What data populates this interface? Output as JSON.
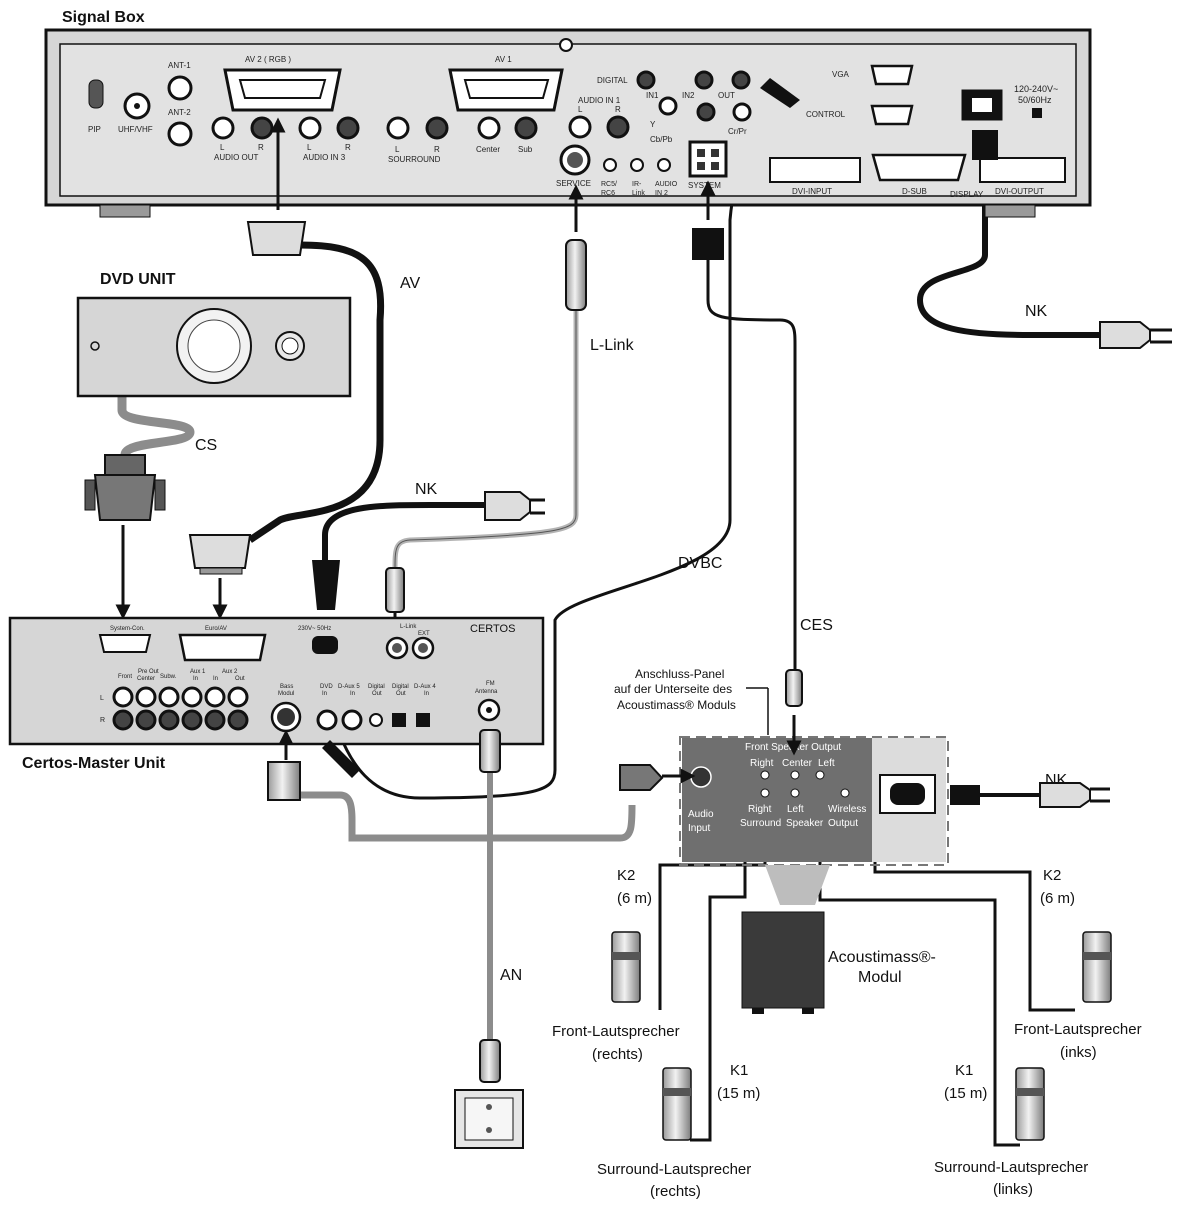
{
  "labels": {
    "signal_box": "Signal Box",
    "dvd_unit": "DVD UNIT",
    "certos_master_unit": "Certos-Master Unit",
    "certos_brand": "CERTOS",
    "cable_av": "AV",
    "cable_cs": "CS",
    "cable_nk_top": "NK",
    "cable_nk_mid": "NK",
    "cable_nk_right": "NK",
    "cable_llink": "L-Link",
    "cable_dvbc": "DVBC",
    "cable_ces": "CES",
    "cable_an": "AN",
    "k2_right": "K2",
    "k2_right_len": "(6 m)",
    "k2_left": "K2",
    "k2_left_len": "(6 m)",
    "k1_right": "K1",
    "k1_right_len": "(15 m)",
    "k1_left": "K1",
    "k1_left_len": "(15 m)",
    "panel_note_1": "Anschluss-Panel",
    "panel_note_2": "auf der Unterseite des",
    "panel_note_3": "Acoustimass® Moduls",
    "acoustimass_1": "Acoustimass®-",
    "acoustimass_2": "Modul",
    "front_right_1": "Front-Lautsprecher",
    "front_right_2": "(rechts)",
    "front_left_1": "Front-Lautsprecher",
    "front_left_2": "(inks)",
    "surround_right_1": "Surround-Lautsprecher",
    "surround_right_2": "(rechts)",
    "surround_left_1": "Surround-Lautsprecher",
    "surround_left_2": "(links)"
  },
  "signal_box_ports": {
    "pip": "PIP",
    "uhf_vhf": "UHF/VHF",
    "ant1": "ANT-1",
    "ant2": "ANT-2",
    "av2": "AV 2 ( RGB )",
    "av1": "AV 1",
    "l1": "L",
    "r1": "R",
    "audio_out": "AUDIO OUT",
    "l2": "L",
    "r2": "R",
    "audio_in3": "AUDIO IN 3",
    "l3": "L",
    "r3": "R",
    "surround": "SOURROUND",
    "center": "Center",
    "sub": "Sub",
    "audio_in1": "AUDIO IN 1",
    "ain1_l": "L",
    "ain1_r": "R",
    "digital": "DIGITAL",
    "in1": "IN1",
    "in2": "IN2",
    "out": "OUT",
    "y": "Y",
    "cbpb": "Cb/Pb",
    "crpr": "Cr/Pr",
    "service": "SERVICE",
    "rc5": "RC5/",
    "rc6": "RC6",
    "ir": "IR-",
    "link": "Link",
    "audio": "AUDIO",
    "in2b": "IN 2",
    "system": "SYSTEM",
    "vga": "VGA",
    "control": "CONTROL",
    "dvi_input": "DVI-INPUT",
    "dsub": "D-SUB",
    "display": "DISPLAY",
    "dvi_output": "DVI-OUTPUT",
    "power_1": "120-240V~",
    "power_2": "50/60Hz"
  },
  "certos_ports": {
    "system_con": "System-Con.",
    "euro_av": "Euro/AV",
    "power": "230V~ 50Hz",
    "llink": "L-Link",
    "ext": "EXT",
    "pre_out_1": "Pre Out",
    "pre_out_2": "Front",
    "pre_out_3": "Center",
    "pre_out_4": "Subw.",
    "aux1_1": "Aux 1",
    "aux1_2": "In",
    "aux2_1": "Aux 2",
    "aux2_2": "In",
    "aux2_3": "Out",
    "l": "L",
    "r": "R",
    "bass_1": "Bass",
    "bass_2": "Modul",
    "dvd_in_1": "DVD",
    "dvd_in_2": "In",
    "daux5_1": "D-Aux 5",
    "daux5_2": "In",
    "dig_out_1": "Digital",
    "dig_out_2": "Out",
    "dig_out2_1": "Digital",
    "dig_out2_2": "Out",
    "daux4_1": "D-Aux 4",
    "daux4_2": "In",
    "antenna_1": "FM",
    "antenna_2": "Antenna"
  },
  "panel_ports": {
    "front_speaker_output": "Front Speaker Output",
    "right": "Right",
    "center": "Center",
    "left": "Left",
    "right_surround_1": "Right",
    "right_surround_2": "Surround",
    "left_speaker_1": "Left",
    "left_speaker_2": "Speaker",
    "wireless_1": "Wireless",
    "wireless_2": "Output",
    "audio_input_1": "Audio",
    "audio_input_2": "Input"
  },
  "colors": {
    "line": "#111111",
    "device_fill": "#d6d6d6",
    "device_dark": "#7a7a7a",
    "cable_grey": "#8c8c8c",
    "cable_light": "#b4b4b4",
    "panel_fill": "#6f6f6f",
    "sub_fill": "#3a3a3a"
  }
}
